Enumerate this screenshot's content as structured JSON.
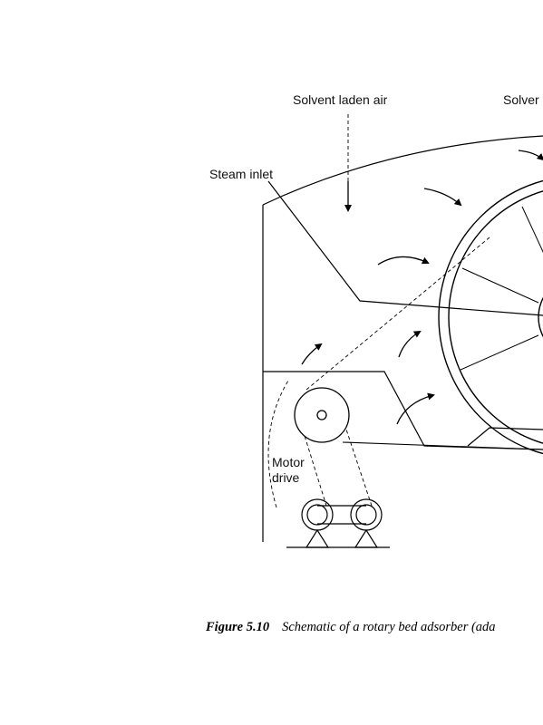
{
  "labels": {
    "solvent_laden_air": "Solvent laden air",
    "solvent_cut": "Solver",
    "steam_inlet": "Steam inlet",
    "motor_line1": "Motor",
    "motor_line2": "drive"
  },
  "caption": {
    "figure_number": "Figure  5.10",
    "text": "Schematic of a rotary bed adsorber (ada"
  }
}
